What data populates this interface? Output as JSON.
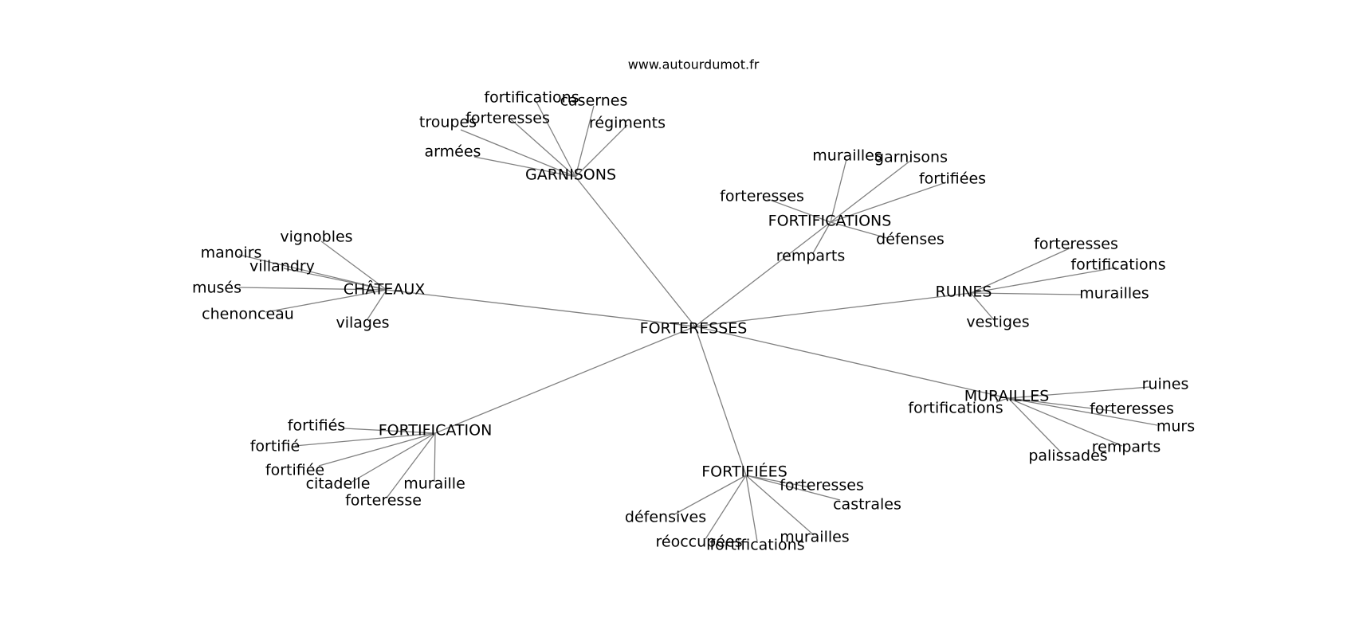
{
  "site": "www.autourdumot.fr",
  "root": "FORTERESSES",
  "hubs": [
    {
      "id": "garnisons",
      "label": "GARNISONS",
      "leaves": [
        "armées",
        "troupes",
        "forteresses",
        "fortifications",
        "casernes",
        "régiments"
      ]
    },
    {
      "id": "fortifications",
      "label": "FORTIFICATIONS",
      "leaves": [
        "murailles",
        "garnisons",
        "fortifiées",
        "forteresses",
        "défenses",
        "remparts"
      ]
    },
    {
      "id": "chateaux",
      "label": "CHÂTEAUX",
      "leaves": [
        "vignobles",
        "manoirs",
        "villandry",
        "musés",
        "chenonceau",
        "vilages"
      ]
    },
    {
      "id": "ruines",
      "label": "RUINES",
      "leaves": [
        "forteresses",
        "fortifications",
        "murailles",
        "vestiges"
      ]
    },
    {
      "id": "murailles",
      "label": "MURAILLES",
      "leaves": [
        "ruines",
        "fortifications",
        "forteresses",
        "murs",
        "remparts",
        "palissades"
      ]
    },
    {
      "id": "fortification",
      "label": "FORTIFICATION",
      "leaves": [
        "fortifiés",
        "fortifié",
        "fortifiée",
        "citadelle",
        "muraille",
        "forteresse"
      ]
    },
    {
      "id": "fortifiees",
      "label": "FORTIFIÉES",
      "leaves": [
        "forteresses",
        "castrales",
        "défensives",
        "réoccupées",
        "fortifications",
        "murailles"
      ]
    }
  ]
}
